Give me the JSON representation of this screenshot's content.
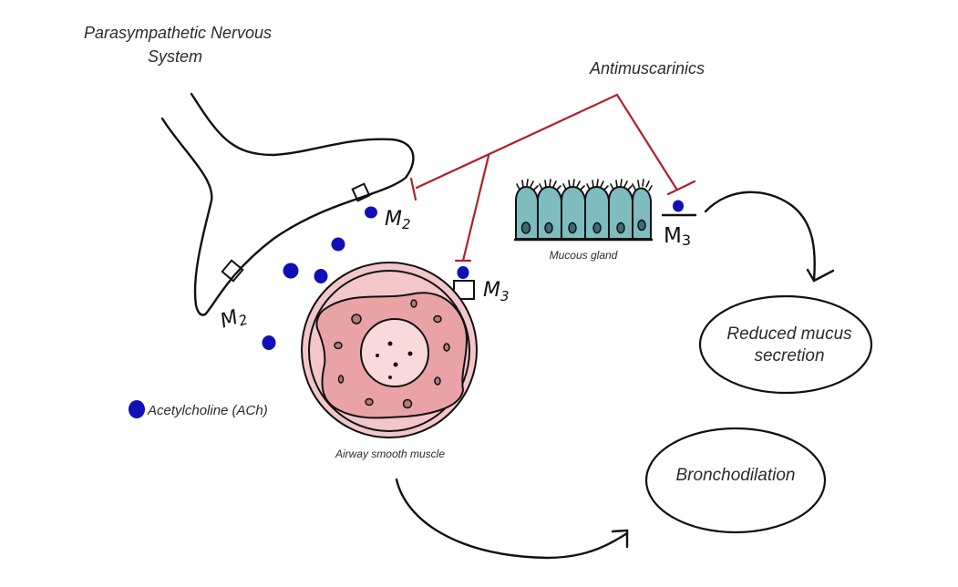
{
  "title": {
    "line1": "Parasympathetic Nervous",
    "line2": "System"
  },
  "drug": {
    "label": "Antimuscarinics"
  },
  "receptors": {
    "m2_upper": "M2",
    "m2_lower": "M2",
    "m3_muscle": "M3",
    "m3_gland": "M3"
  },
  "structures": {
    "mucous_gland": "Mucous gland",
    "airway_smooth_muscle": "Airway smooth muscle"
  },
  "legend": {
    "ach": "Acetylcholine (ACh)"
  },
  "outcomes": {
    "mucus_line1": "Reduced mucus",
    "mucus_line2": "secretion",
    "bronchodilation": "Bronchodilation"
  },
  "colors": {
    "inhibition": "#b0202c",
    "ach": "#1010b8",
    "gland": "#7fbcc0",
    "muscle_outer": "#f3c6c8",
    "muscle_mid": "#e9a3a7",
    "muscle_lumen": "#f9d9da"
  }
}
